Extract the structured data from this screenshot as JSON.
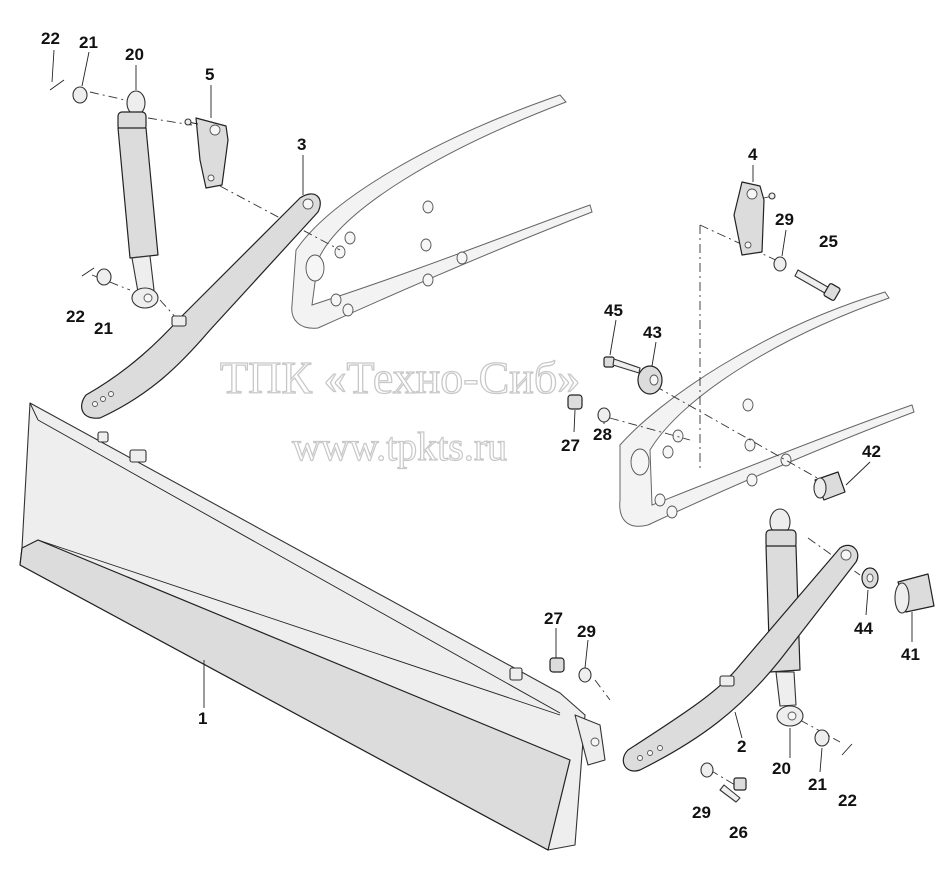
{
  "diagram": {
    "watermark_line1": "ТПК «Техно-Сиб»",
    "watermark_line2": "www.tpkts.ru",
    "part_labels": [
      {
        "id": "label-22-top",
        "text": "22"
      },
      {
        "id": "label-21-top",
        "text": "21"
      },
      {
        "id": "label-20-top",
        "text": "20"
      },
      {
        "id": "label-5",
        "text": "5"
      },
      {
        "id": "label-3",
        "text": "3"
      },
      {
        "id": "label-22-mid",
        "text": "22"
      },
      {
        "id": "label-21-mid",
        "text": "21"
      },
      {
        "id": "label-4",
        "text": "4"
      },
      {
        "id": "label-29-top",
        "text": "29"
      },
      {
        "id": "label-25",
        "text": "25"
      },
      {
        "id": "label-45",
        "text": "45"
      },
      {
        "id": "label-43",
        "text": "43"
      },
      {
        "id": "label-27-top",
        "text": "27"
      },
      {
        "id": "label-28",
        "text": "28"
      },
      {
        "id": "label-42",
        "text": "42"
      },
      {
        "id": "label-1",
        "text": "1"
      },
      {
        "id": "label-27-bottom",
        "text": "27"
      },
      {
        "id": "label-29-mid",
        "text": "29"
      },
      {
        "id": "label-44",
        "text": "44"
      },
      {
        "id": "label-41",
        "text": "41"
      },
      {
        "id": "label-2",
        "text": "2"
      },
      {
        "id": "label-20-bottom",
        "text": "20"
      },
      {
        "id": "label-21-bottom",
        "text": "21"
      },
      {
        "id": "label-22-bottom",
        "text": "22"
      },
      {
        "id": "label-29-bottom",
        "text": "29"
      },
      {
        "id": "label-26",
        "text": "26"
      }
    ]
  }
}
